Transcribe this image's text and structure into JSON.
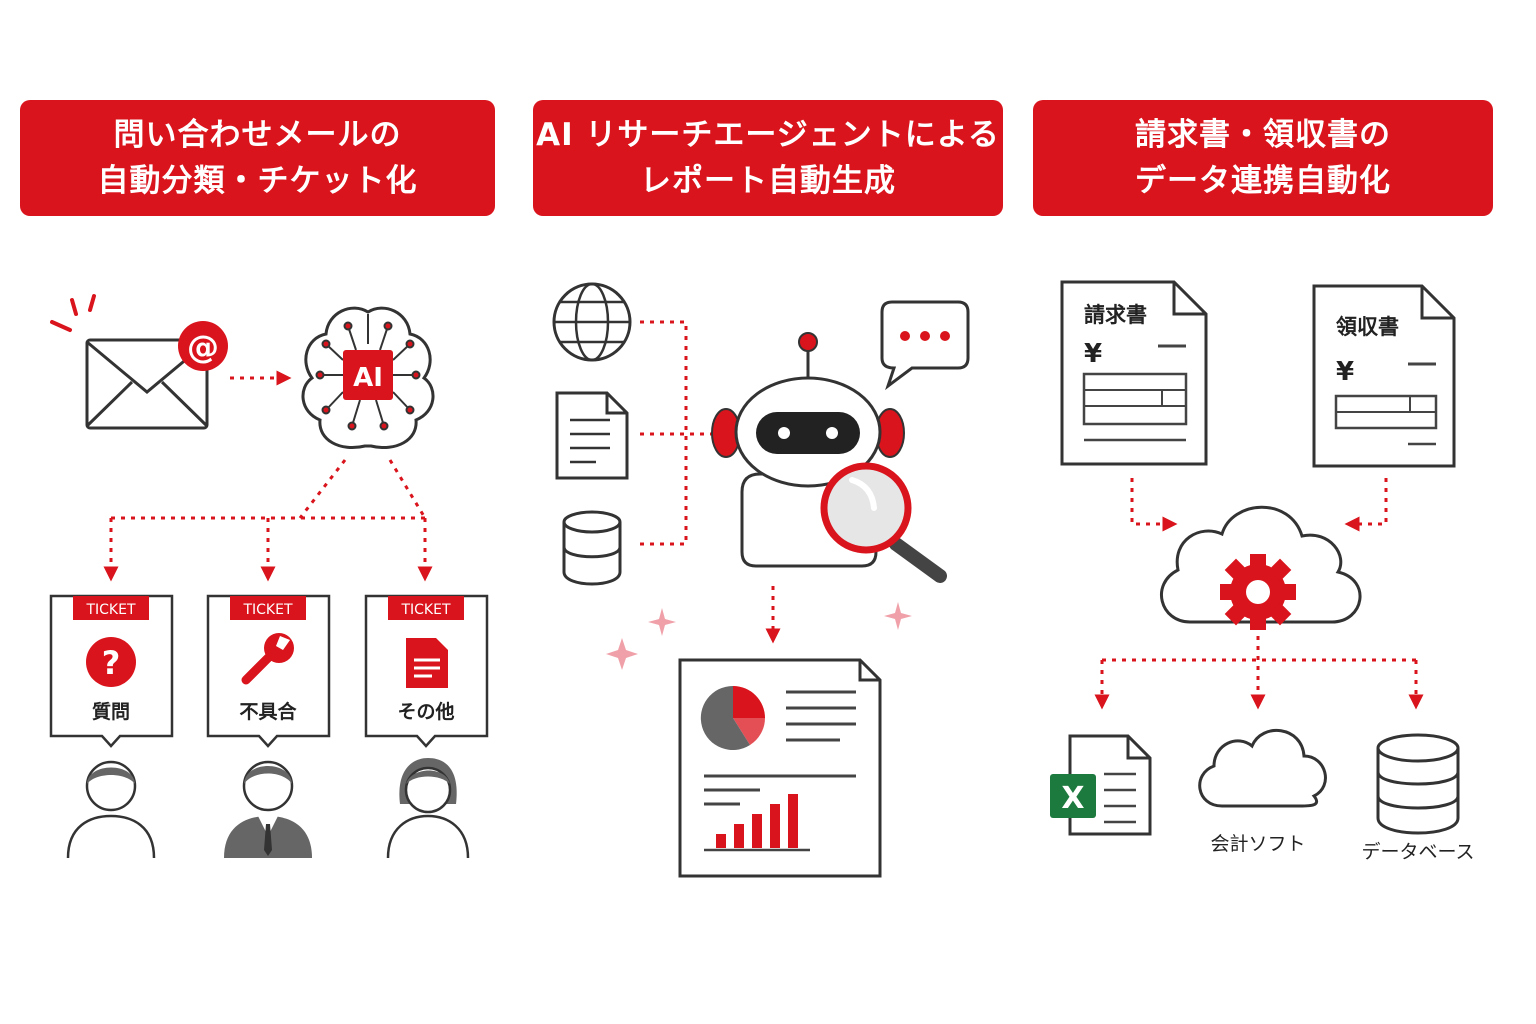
{
  "panels": [
    {
      "title_line1": "問い合わせメールの",
      "title_line2": "自動分類・チケット化",
      "email_badge": "@",
      "ai_chip": "AI",
      "tickets": [
        {
          "tag": "TICKET",
          "label": "質問",
          "icon": "question-icon"
        },
        {
          "tag": "TICKET",
          "label": "不具合",
          "icon": "wrench-icon"
        },
        {
          "tag": "TICKET",
          "label": "その他",
          "icon": "document-icon"
        }
      ]
    },
    {
      "title_line1": "AI リサーチエージェントによる",
      "title_line2": "レポート自動生成",
      "sources": [
        "globe-icon",
        "document-icon",
        "database-icon"
      ]
    },
    {
      "title_line1": "請求書・領収書の",
      "title_line2": "データ連携自動化",
      "docs": [
        {
          "title": "請求書",
          "currency": "¥"
        },
        {
          "title": "領収書",
          "currency": "¥"
        }
      ],
      "outputs": [
        {
          "icon": "excel-icon",
          "label": "",
          "excel_mark": "X"
        },
        {
          "icon": "cloud-icon",
          "label": "会計ソフト"
        },
        {
          "icon": "database-icon",
          "label": "データベース"
        }
      ]
    }
  ],
  "colors": {
    "accent": "#d9141c",
    "line": "#333333",
    "gray": "#666666",
    "light_red": "#f0a0a8"
  }
}
